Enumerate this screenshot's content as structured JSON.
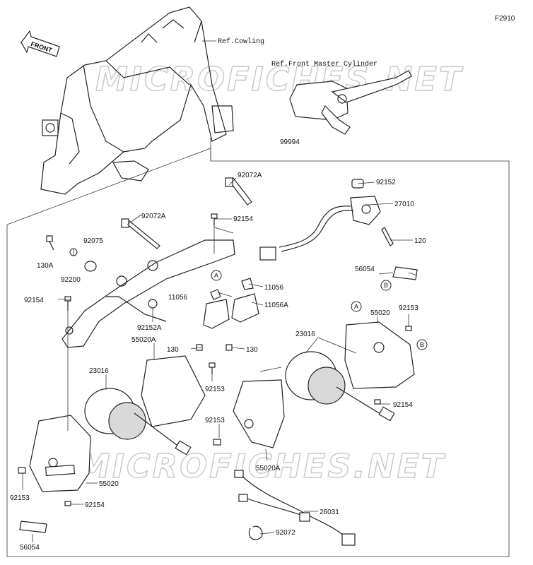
{
  "figure_code": "F2910",
  "front_label": "FRONT",
  "watermark": "MICROFICHES.NET",
  "references": {
    "cowling": "Ref.Cowling",
    "front_master_cylinder": "Ref.Front Master Cylinder"
  },
  "callouts": {
    "c_99994": "99994",
    "c_92152": "92152",
    "c_27010": "27010",
    "c_120": "120",
    "c_92072A_upper": "92072A",
    "c_92072A_left": "92072A",
    "c_92154_bracket": "92154",
    "c_92075": "92075",
    "c_130A": "130A",
    "c_92200": "92200",
    "c_92154_left": "92154",
    "c_11056_right": "11056",
    "c_11056_left": "11056",
    "c_11056A": "11056A",
    "c_92152A": "92152A",
    "c_55020A_upper": "55020A",
    "c_130_left": "130",
    "c_130_right": "130",
    "c_56054_upper": "56054",
    "c_55020_right": "55020",
    "c_92153_right": "92153",
    "c_23016_right": "23016",
    "c_23016_left": "23016",
    "c_92153_mid": "92153",
    "c_92154_right": "92154",
    "c_92153_lower": "92153",
    "c_55020A_lower": "55020A",
    "c_55020_left": "55020",
    "c_92153_left": "92153",
    "c_92154_bottom": "92154",
    "c_56054_lower": "56054",
    "c_26031": "26031",
    "c_92072": "92072"
  },
  "markers": {
    "A": "A",
    "B": "B"
  }
}
